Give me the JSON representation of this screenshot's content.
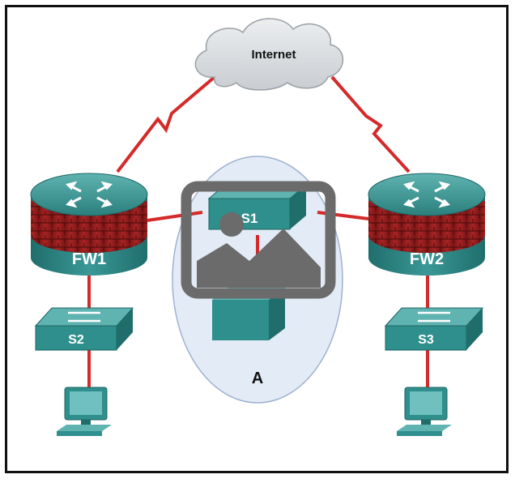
{
  "diagram": {
    "nodes": {
      "internet": {
        "label": "Internet"
      },
      "fw1": {
        "label": "FW1"
      },
      "fw2": {
        "label": "FW2"
      },
      "s1": {
        "label": "S1"
      },
      "s2": {
        "label": "S2"
      },
      "s3": {
        "label": "S3"
      },
      "zone_a": {
        "label": "A"
      }
    },
    "links": [
      {
        "from": "internet",
        "to": "fw1",
        "type": "serial"
      },
      {
        "from": "internet",
        "to": "fw2",
        "type": "serial"
      },
      {
        "from": "fw1",
        "to": "s1",
        "type": "ethernet"
      },
      {
        "from": "fw2",
        "to": "s1",
        "type": "ethernet"
      },
      {
        "from": "fw1",
        "to": "s2",
        "type": "ethernet"
      },
      {
        "from": "fw2",
        "to": "s3",
        "type": "ethernet"
      },
      {
        "from": "s2",
        "to": "pc-left",
        "type": "ethernet"
      },
      {
        "from": "s3",
        "to": "pc-right",
        "type": "ethernet"
      },
      {
        "from": "s1",
        "to": "server-a",
        "type": "ethernet"
      }
    ],
    "colors": {
      "link": "#d42a2a",
      "device_teal": "#2f8f8d",
      "cloud": "#d9dcdf",
      "zone": "#e3ebf6",
      "placeholder": "#6b6b6b"
    },
    "image_placeholder_icon": "image-placeholder-icon"
  }
}
